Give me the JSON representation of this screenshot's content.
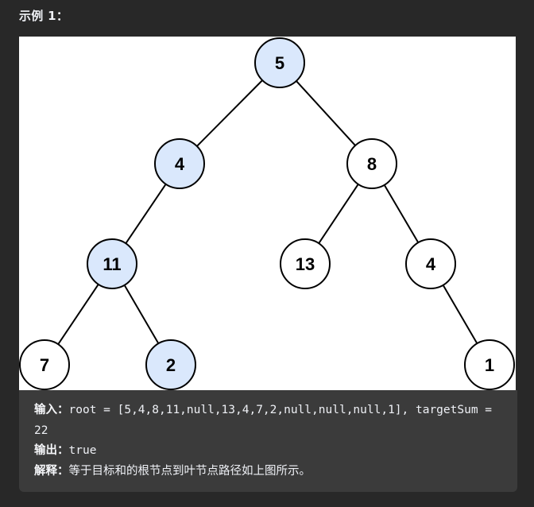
{
  "example": {
    "title": "示例 1："
  },
  "tree": {
    "highlight_fill": "#dae8fc",
    "normal_fill": "#ffffff",
    "nodes": [
      {
        "id": "root",
        "label": "5",
        "highlighted": true
      },
      {
        "id": "l",
        "label": "4",
        "highlighted": true
      },
      {
        "id": "r",
        "label": "8",
        "highlighted": false
      },
      {
        "id": "ll",
        "label": "11",
        "highlighted": true
      },
      {
        "id": "rl",
        "label": "13",
        "highlighted": false
      },
      {
        "id": "rr",
        "label": "4",
        "highlighted": false
      },
      {
        "id": "lll",
        "label": "7",
        "highlighted": false
      },
      {
        "id": "llr",
        "label": "2",
        "highlighted": true
      },
      {
        "id": "rrr",
        "label": "1",
        "highlighted": false
      }
    ]
  },
  "io": {
    "input_label": "输入：",
    "input_value": "root = [5,4,8,11,null,13,4,7,2,null,null,null,1], targetSum = 22",
    "output_label": "输出：",
    "output_value": "true",
    "explain_label": "解释：",
    "explain_value": "等于目标和的根节点到叶节点路径如上图所示。"
  }
}
